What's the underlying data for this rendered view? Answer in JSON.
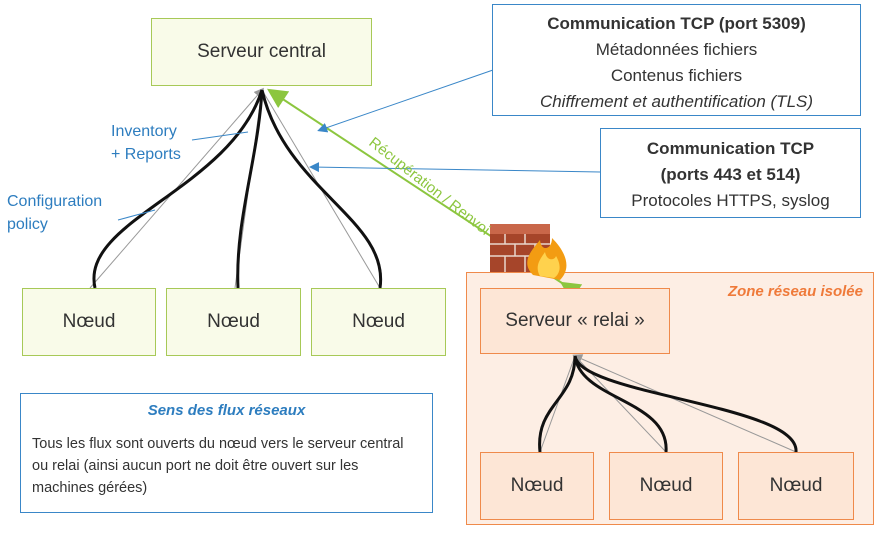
{
  "central_server": {
    "label": "Serveur central"
  },
  "relay_server": {
    "label": "Serveur « relai »"
  },
  "nodes": [
    "Nœud",
    "Nœud",
    "Nœud"
  ],
  "relay_nodes": [
    "Nœud",
    "Nœud",
    "Nœud"
  ],
  "info_box_5309": {
    "title": "Communication TCP  (port 5309)",
    "line1": "Métadonnées fichiers",
    "line2": "Contenus fichiers",
    "line3": "Chiffrement et authentification (TLS)"
  },
  "info_box_443": {
    "title": "Communication TCP",
    "line1": "(ports 443 et 514)",
    "line2": "Protocoles HTTPS, syslog"
  },
  "labels": {
    "inventory": "Inventory",
    "reports": "+ Reports",
    "configuration": "Configuration",
    "policy": "policy",
    "recuperation": "Récupération / Renvoi"
  },
  "zone": {
    "title": "Zone réseau isolée"
  },
  "legend": {
    "title": "Sens des flux réseaux",
    "text": "Tous les flux sont ouverts du nœud vers le serveur central ou relai (ainsi aucun port ne doit être ouvert sur les machines gérées)"
  },
  "colors": {
    "green": "#a7c957",
    "orange": "#ef8a4b",
    "blue": "#3a87c8",
    "arrow_green": "#8cc63f"
  },
  "icons": [
    "firewall-icon"
  ]
}
